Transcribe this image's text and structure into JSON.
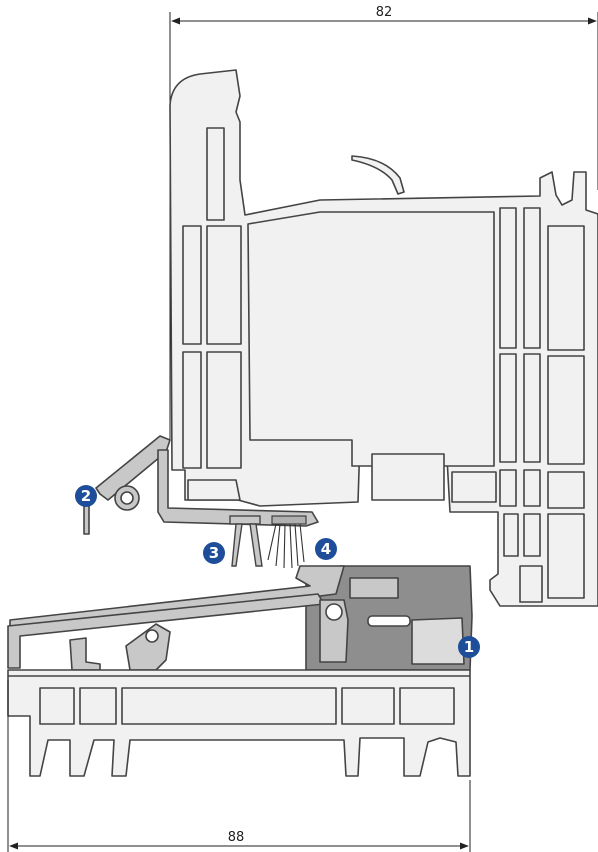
{
  "dimensions": {
    "top_width": "82",
    "bottom_width": "88"
  },
  "callouts": [
    {
      "id": "1",
      "label": "1"
    },
    {
      "id": "2",
      "label": "2"
    },
    {
      "id": "3",
      "label": "3"
    },
    {
      "id": "4",
      "label": "4"
    }
  ],
  "colors": {
    "profile_fill": "#f1f1f1",
    "profile_stroke": "#444444",
    "sill_fill": "#c8c8c8",
    "sill_dark": "#8e8e8e",
    "badge": "#1e4e9a",
    "dimension_line": "#222222"
  }
}
